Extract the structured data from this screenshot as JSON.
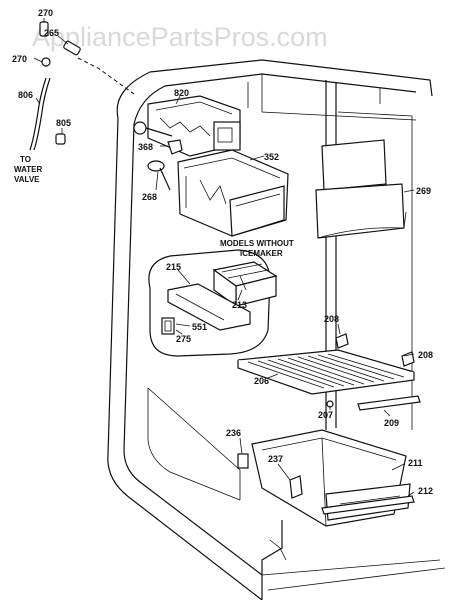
{
  "watermark": "AppliancePartsPros.com",
  "parts": [
    {
      "id": "270",
      "label": "270"
    },
    {
      "id": "265",
      "label": "265"
    },
    {
      "id": "270b",
      "label": "270"
    },
    {
      "id": "806",
      "label": "806"
    },
    {
      "id": "805",
      "label": "805"
    },
    {
      "id": "820",
      "label": "820"
    },
    {
      "id": "368",
      "label": "368"
    },
    {
      "id": "352",
      "label": "352"
    },
    {
      "id": "268",
      "label": "268"
    },
    {
      "id": "269",
      "label": "269"
    },
    {
      "id": "215",
      "label": "215"
    },
    {
      "id": "213",
      "label": "213"
    },
    {
      "id": "551",
      "label": "551"
    },
    {
      "id": "275",
      "label": "275"
    },
    {
      "id": "208a",
      "label": "208"
    },
    {
      "id": "208b",
      "label": "208"
    },
    {
      "id": "206",
      "label": "206"
    },
    {
      "id": "207",
      "label": "207"
    },
    {
      "id": "209",
      "label": "209"
    },
    {
      "id": "236",
      "label": "236"
    },
    {
      "id": "237",
      "label": "237"
    },
    {
      "id": "211",
      "label": "211"
    },
    {
      "id": "212",
      "label": "212"
    }
  ],
  "notes": {
    "water_valve": [
      "TO",
      "WATER",
      "VALVE"
    ],
    "models_without": [
      "MODELS WITHOUT",
      "ICEMAKER"
    ]
  }
}
